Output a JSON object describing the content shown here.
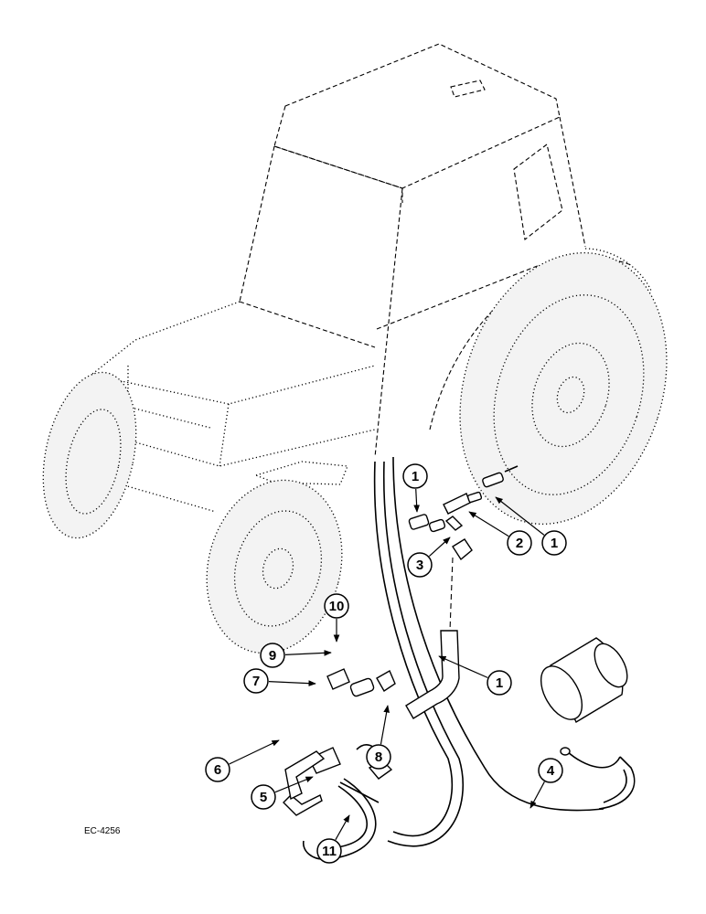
{
  "figure_id": "EC-4256",
  "callouts": [
    {
      "label": "1"
    },
    {
      "label": "1"
    },
    {
      "label": "1"
    },
    {
      "label": "2"
    },
    {
      "label": "3"
    },
    {
      "label": "4"
    },
    {
      "label": "5"
    },
    {
      "label": "6"
    },
    {
      "label": "7"
    },
    {
      "label": "8"
    },
    {
      "label": "9"
    },
    {
      "label": "10"
    },
    {
      "label": "11"
    }
  ]
}
